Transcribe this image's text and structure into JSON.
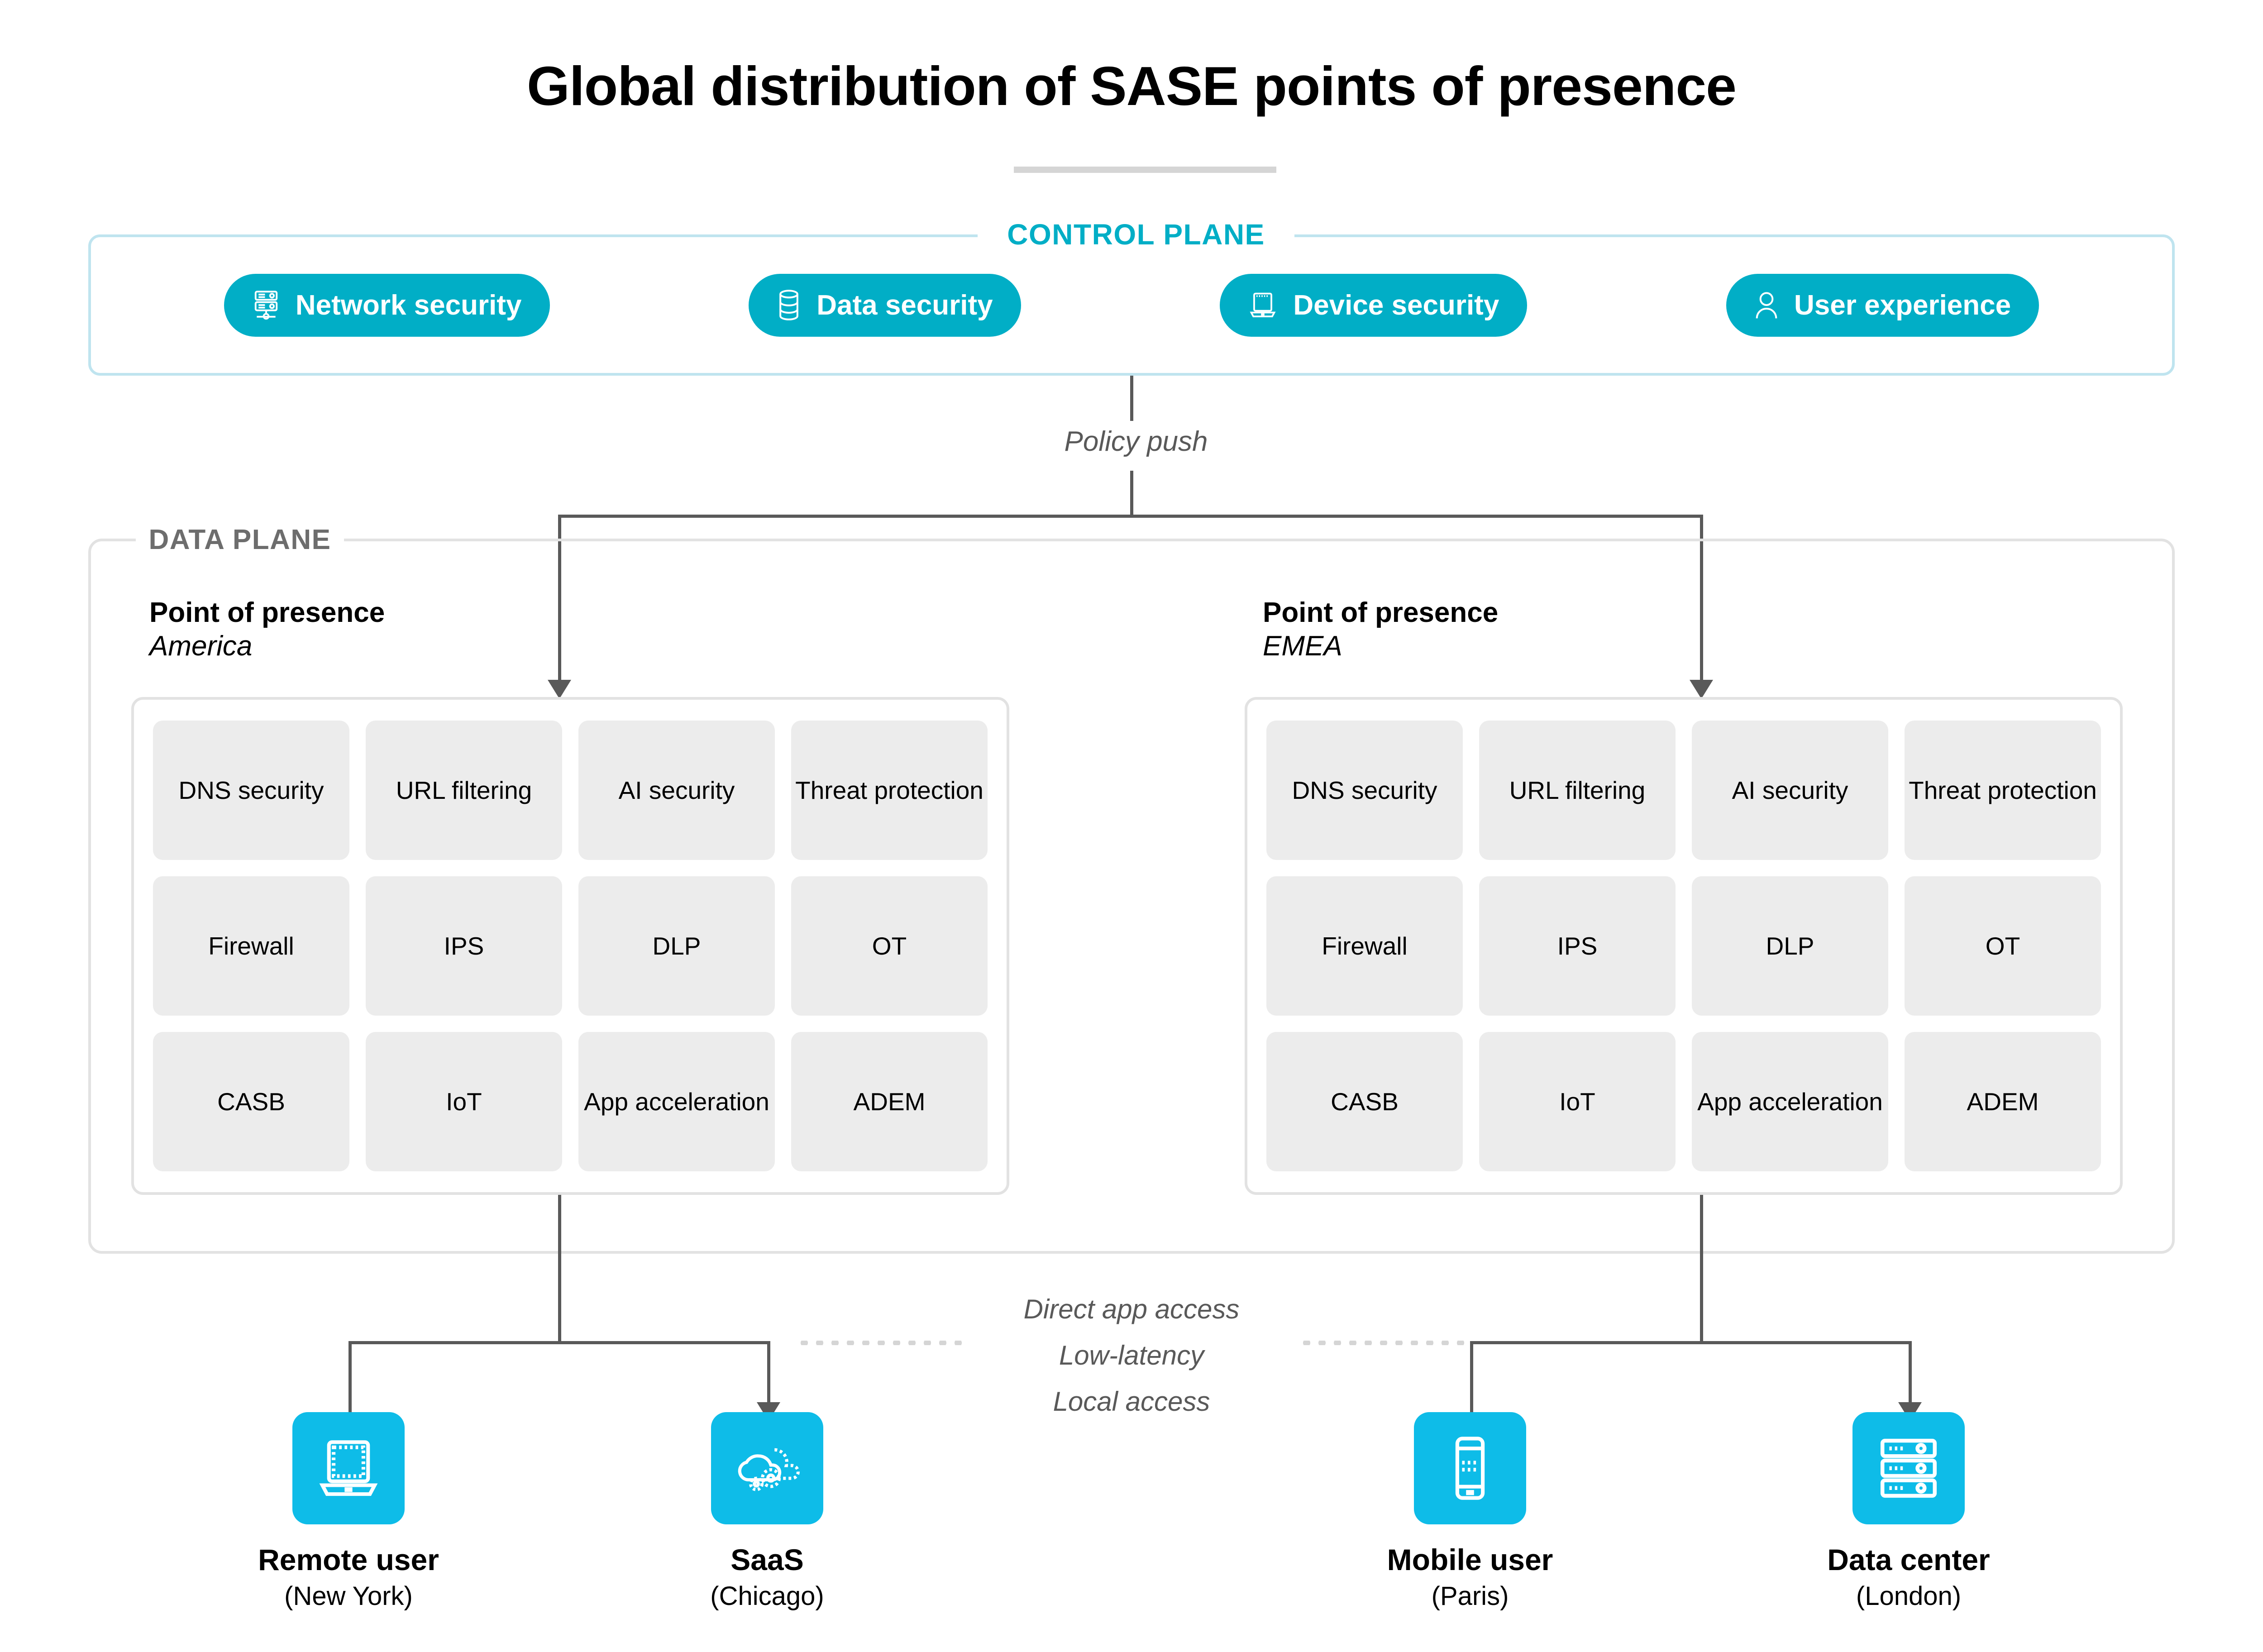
{
  "title": "Global distribution of SASE points of presence",
  "control_plane": {
    "legend": "CONTROL PLANE",
    "accent_color": "#01aec6",
    "border_color": "#bfe4ef",
    "pills": [
      {
        "label": "Network security",
        "icon": "server-rack-icon"
      },
      {
        "label": "Data security",
        "icon": "database-icon"
      },
      {
        "label": "Device security",
        "icon": "laptop-icon"
      },
      {
        "label": "User experience",
        "icon": "user-icon"
      }
    ]
  },
  "policy_push_label": "Policy push",
  "data_plane": {
    "legend": "DATA PLANE",
    "border_color": "#e2e2e2",
    "tile_color": "#ececec",
    "pops": [
      {
        "title": "Point of presence",
        "region": "America",
        "services": [
          "DNS security",
          "URL filtering",
          "AI security",
          "Threat protection",
          "Firewall",
          "IPS",
          "DLP",
          "OT",
          "CASB",
          "IoT",
          "App acceleration",
          "ADEM"
        ]
      },
      {
        "title": "Point of presence",
        "region": "EMEA",
        "services": [
          "DNS security",
          "URL filtering",
          "AI security",
          "Threat protection",
          "Firewall",
          "IPS",
          "DLP",
          "OT",
          "CASB",
          "IoT",
          "App acceleration",
          "ADEM"
        ]
      }
    ]
  },
  "flow_labels": [
    "Direct app access",
    "Low-latency",
    "Local access"
  ],
  "endpoints": [
    {
      "name": "Remote user",
      "location": "(New York)",
      "icon": "laptop-icon",
      "color": "#0ebce8"
    },
    {
      "name": "SaaS",
      "location": "(Chicago)",
      "icon": "cloud-gears-icon",
      "color": "#0ebce8"
    },
    {
      "name": "Mobile user",
      "location": "(Paris)",
      "icon": "mobile-phone-icon",
      "color": "#0ebce8"
    },
    {
      "name": "Data center",
      "location": "(London)",
      "icon": "server-rack-icon",
      "color": "#0ebce8"
    }
  ]
}
